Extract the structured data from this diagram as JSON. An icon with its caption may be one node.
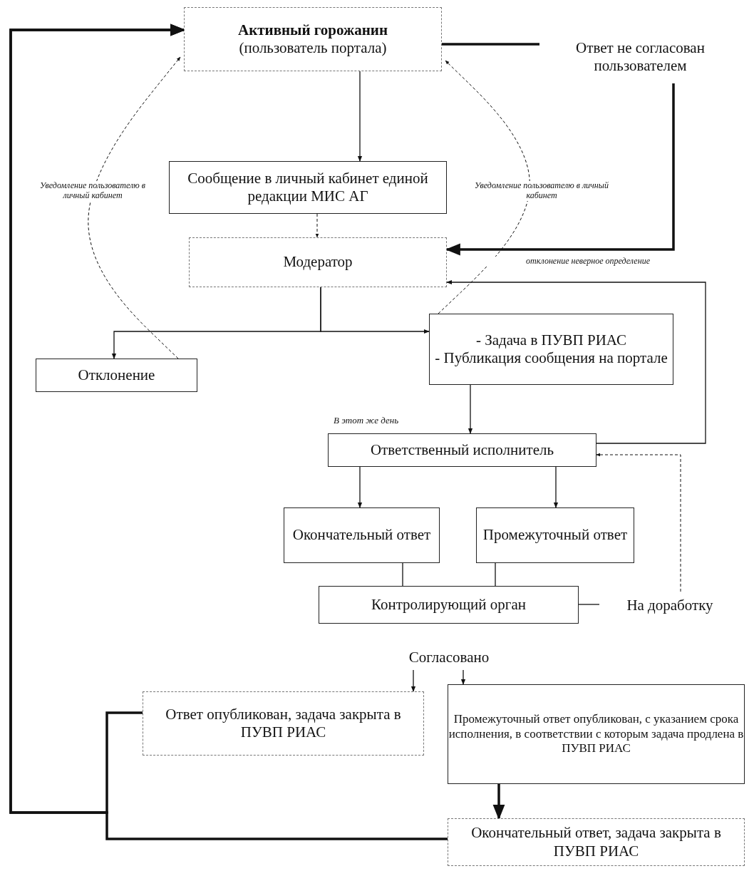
{
  "diagram": {
    "nodes": [
      {
        "text": [
          "Активный горожанин",
          "(пользователь портала)"
        ]
      },
      {
        "text": [
          "Ответ не согласован пользователем"
        ]
      },
      {
        "text": [
          "Сообщение в личный кабинет единой редакции МИС АГ"
        ]
      },
      {
        "text": [
          "Модератор"
        ]
      },
      {
        "text": [
          "- Задача в ПУВП РИАС",
          "- Публикация сообщения на портале"
        ]
      },
      {
        "text": [
          "Отклонение"
        ]
      },
      {
        "text": [
          "Ответственный исполнитель"
        ],
        "beside": [
          "В этот же день"
        ]
      },
      {
        "text": [
          "Окончательный ответ"
        ]
      },
      {
        "text": [
          "Промежуточный ответ"
        ]
      },
      {
        "text": [
          "Контролирующий орган"
        ]
      },
      {
        "text": [
          "На доработку"
        ]
      },
      {
        "text": [
          "Согласовано"
        ]
      },
      {
        "text": [
          "Ответ опубликован, задача закрыта в ПУВП РИАС"
        ]
      },
      {
        "text": [
          "Промежуточный ответ опубликован, с указанием срока исполнения, в соответствии с которым задача продлена в ПУВП РИАС"
        ]
      },
      {
        "text": [
          "Окончательный ответ, задача закрыта в ПУВП РИАС"
        ]
      }
    ],
    "edges": [
      {
        "from": 0,
        "to": 2,
        "arrow": "to"
      },
      {
        "from": 2,
        "to": 3,
        "arrow": "to",
        "style": "dashed"
      },
      {
        "from": 0,
        "to": 1,
        "arrow": "none",
        "style": "thick"
      },
      {
        "from": 1,
        "to": 3,
        "arrow": "to",
        "style": "thick"
      },
      {
        "from": 3,
        "to": 5,
        "arrow": "to"
      },
      {
        "from": 3,
        "to": 4,
        "arrow": "to"
      },
      {
        "from": 5,
        "to": 0,
        "arrow": "to",
        "style": "dashed",
        "label": "Уведомление пользователю в личный кабинет"
      },
      {
        "from": 4,
        "to": 0,
        "arrow": "to",
        "style": "dashed",
        "label": "Уведомление пользователю в личный кабинет"
      },
      {
        "from": 4,
        "to": 6,
        "arrow": "to"
      },
      {
        "from": 6,
        "to": 3,
        "arrow": "to",
        "label": "отклонение неверное определение"
      },
      {
        "from": 6,
        "to": 7,
        "arrow": "to"
      },
      {
        "from": 6,
        "to": 8,
        "arrow": "to"
      },
      {
        "from": 7,
        "to": 9,
        "arrow": "none"
      },
      {
        "from": 8,
        "to": 9,
        "arrow": "none"
      },
      {
        "from": 9,
        "to": 10,
        "arrow": "none"
      },
      {
        "from": 10,
        "to": 6,
        "arrow": "to",
        "style": "dashed"
      },
      {
        "from": 11,
        "to": 12,
        "arrow": "to"
      },
      {
        "from": 11,
        "to": 13,
        "arrow": "to"
      },
      {
        "from": 13,
        "to": 14,
        "arrow": "to",
        "style": "thick"
      },
      {
        "from": 12,
        "to": 0,
        "arrow": "to",
        "style": "thick"
      },
      {
        "from": 14,
        "to": 0,
        "arrow": "to",
        "style": "thick"
      }
    ]
  }
}
